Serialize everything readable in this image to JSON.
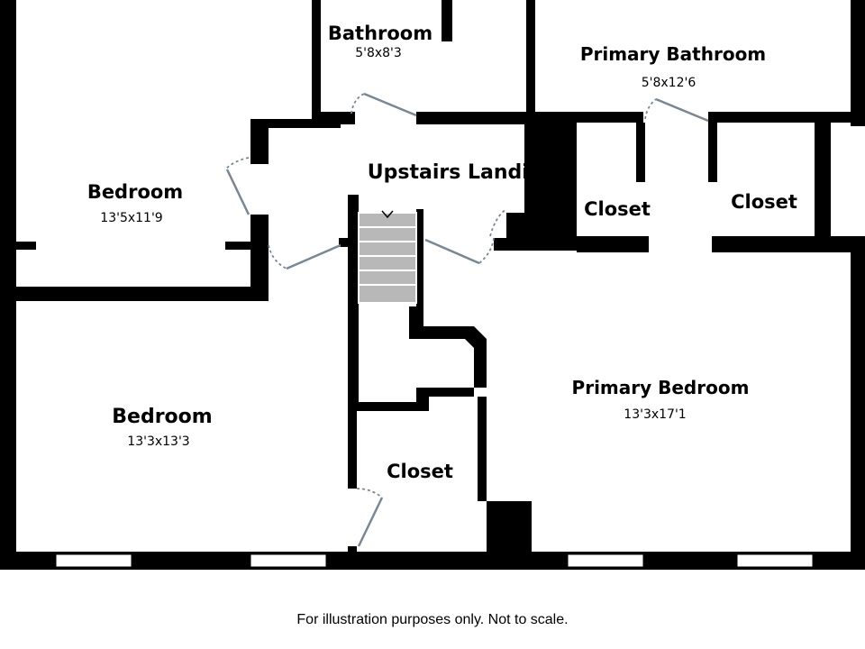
{
  "rooms": {
    "bathroom": {
      "name": "Bathroom",
      "dims": "5'8x8'3"
    },
    "primary_bathroom": {
      "name": "Primary Bathroom",
      "dims": "5'8x12'6"
    },
    "bedroom_upper": {
      "name": "Bedroom",
      "dims": "13'5x11'9"
    },
    "landing": {
      "name": "Upstairs Landing"
    },
    "closet_a": {
      "name": "Closet"
    },
    "closet_b": {
      "name": "Closet"
    },
    "bedroom_lower": {
      "name": "Bedroom",
      "dims": "13'3x13'3"
    },
    "primary_bedroom": {
      "name": "Primary Bedroom",
      "dims": "13'3x17'1"
    },
    "closet_c": {
      "name": "Closet"
    }
  },
  "disclaimer": "For illustration purposes only. Not to scale.",
  "colors": {
    "wall": "#000000",
    "door": "#7a8793",
    "stairs": "#b8b8b8"
  }
}
